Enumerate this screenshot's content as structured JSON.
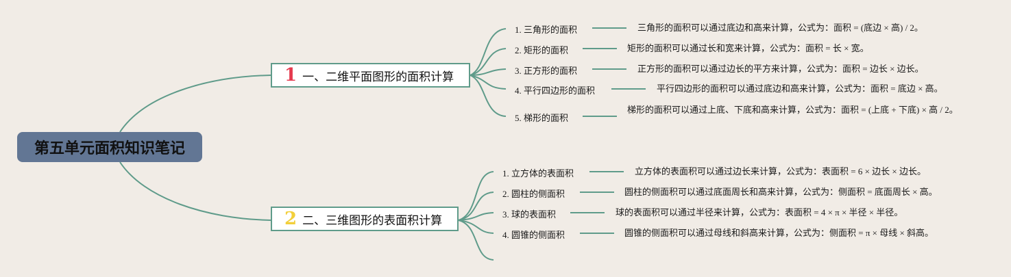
{
  "title": "第五单元面积知识笔记",
  "colors": {
    "background": "#f1ece6",
    "root_fill": "#627694",
    "branch_border": "#5f9b8a",
    "connector": "#5f9b8a",
    "badge_1": "#e53a4e",
    "badge_2": "#f2cf3a"
  },
  "branches": [
    {
      "badge": "1",
      "label": "一、二维平面图形的面积计算",
      "items": [
        {
          "label": "1. 三角形的面积",
          "text": "三角形的面积可以通过底边和高来计算，公式为：面积 = (底边 × 高) / 2。"
        },
        {
          "label": "2. 矩形的面积",
          "text": "矩形的面积可以通过长和宽来计算，公式为：面积 = 长 × 宽。"
        },
        {
          "label": "3. 正方形的面积",
          "text": "正方形的面积可以通过边长的平方来计算，公式为：面积 = 边长 × 边长。"
        },
        {
          "label": "4. 平行四边形的面积",
          "text": "平行四边形的面积可以通过底边和高来计算，公式为：面积 = 底边 × 高。"
        },
        {
          "label": "5. 梯形的面积",
          "text": "梯形的面积可以通过上底、下底和高来计算，公式为：面积 = (上底 + 下底) × 高 / 2。"
        }
      ]
    },
    {
      "badge": "2",
      "label": "二、三维图形的表面积计算",
      "items": [
        {
          "label": "1. 立方体的表面积",
          "text": "立方体的表面积可以通过边长来计算，公式为：表面积 = 6 × 边长 × 边长。"
        },
        {
          "label": "2. 圆柱的侧面积",
          "text": "圆柱的侧面积可以通过底面周长和高来计算，公式为：侧面积 = 底面周长 × 高。"
        },
        {
          "label": "3. 球的表面积",
          "text": "球的表面积可以通过半径来计算，公式为：表面积 = 4 × π × 半径 × 半径。"
        },
        {
          "label": "4. 圆锥的侧面积",
          "text": "圆锥的侧面积可以通过母线和斜高来计算，公式为：侧面积 = π × 母线 × 斜高。"
        }
      ]
    }
  ]
}
